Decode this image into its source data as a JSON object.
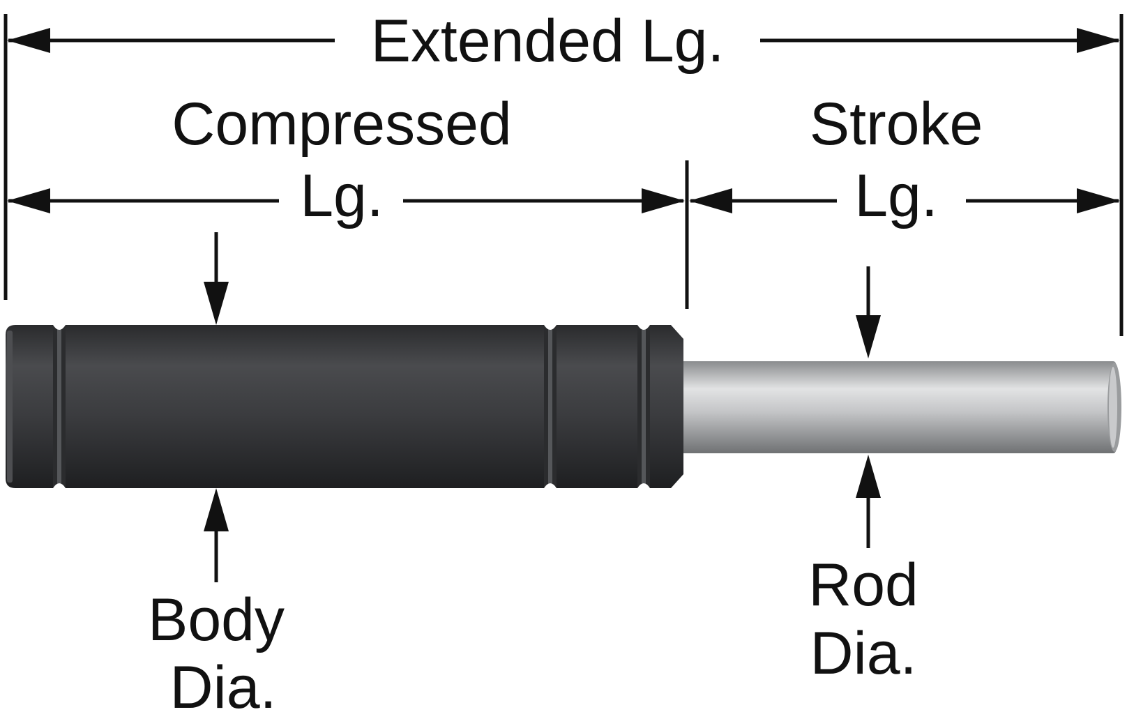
{
  "labels": {
    "extended": "Extended Lg.",
    "compressed_line1": "Compressed",
    "compressed_line2": "Lg.",
    "stroke_line1": "Stroke",
    "stroke_line2": "Lg.",
    "body_line1": "Body",
    "body_line2": "Dia.",
    "rod_line1": "Rod",
    "rod_line2": "Dia."
  },
  "colors": {
    "line": "#111111",
    "body": "#3e3f41",
    "body_dark": "#1f2022",
    "rod_light": "#d9dadb",
    "rod_dark": "#7d7f81"
  }
}
